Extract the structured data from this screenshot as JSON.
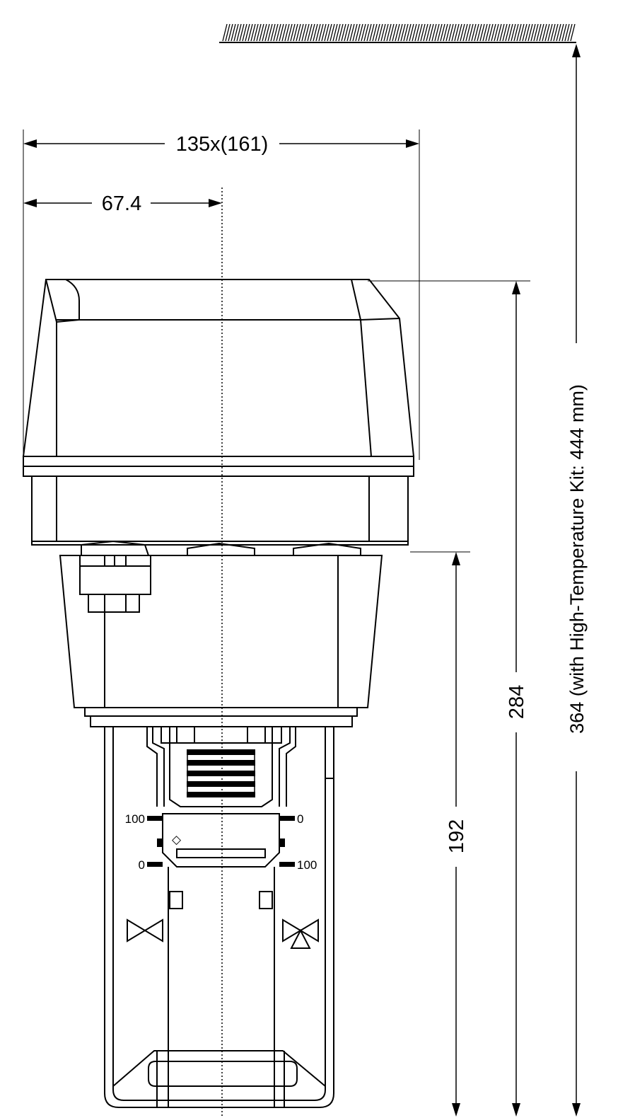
{
  "dimensions": {
    "width_total": "135x(161)",
    "half_width": "67.4",
    "height_actuator": "284",
    "height_lower": "192",
    "height_total": "364 (with High-Temperature Kit: 444 mm)"
  },
  "scale_marks": {
    "left_top": "100",
    "left_bottom": "0",
    "right_top": "0",
    "right_bottom": "100"
  },
  "symbols": {
    "indicator": "◇"
  },
  "colors": {
    "line": "#000000",
    "background": "#ffffff"
  }
}
